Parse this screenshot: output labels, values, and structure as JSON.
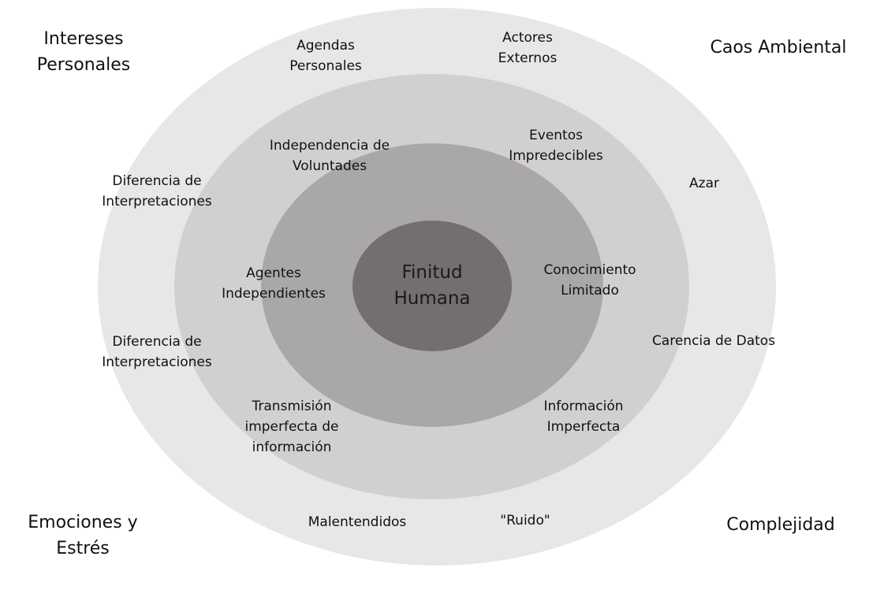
{
  "colors": {
    "ring_outer": "#e8e6e6",
    "ring_second": "#d2cfcf",
    "ring_third": "#aaa7a7",
    "ring_core": "#746e6e"
  },
  "core": {
    "label": "Finitud\nHumana"
  },
  "corners": {
    "top_left": "Intereses\nPersonales",
    "top_right": "Caos Ambiental",
    "bottom_left": "Emociones y\nEstrés",
    "bottom_right": "Complejidad"
  },
  "outer_ring": {
    "agendas_personales": "Agendas\nPersonales",
    "actores_externos": "Actores\nExternos",
    "diferencia_interpretaciones_upper": "Diferencia de\nInterpretaciones",
    "diferencia_interpretaciones_lower": "Diferencia de\nInterpretaciones",
    "azar": "Azar",
    "carencia_datos": "Carencia de Datos",
    "malentendidos": "Malentendidos",
    "ruido": "\"Ruido\""
  },
  "second_ring": {
    "independencia_voluntades": "Independencia de\nVoluntades",
    "eventos_impredecibles": "Eventos\nImpredecibles",
    "transmision_imperfecta": "Transmisión\nimperfecta de\ninformación",
    "informacion_imperfecta": "Información\nImperfecta"
  },
  "third_ring": {
    "agentes_independientes": "Agentes\nIndependientes",
    "conocimiento_limitado": "Conocimiento\nLimitado"
  }
}
